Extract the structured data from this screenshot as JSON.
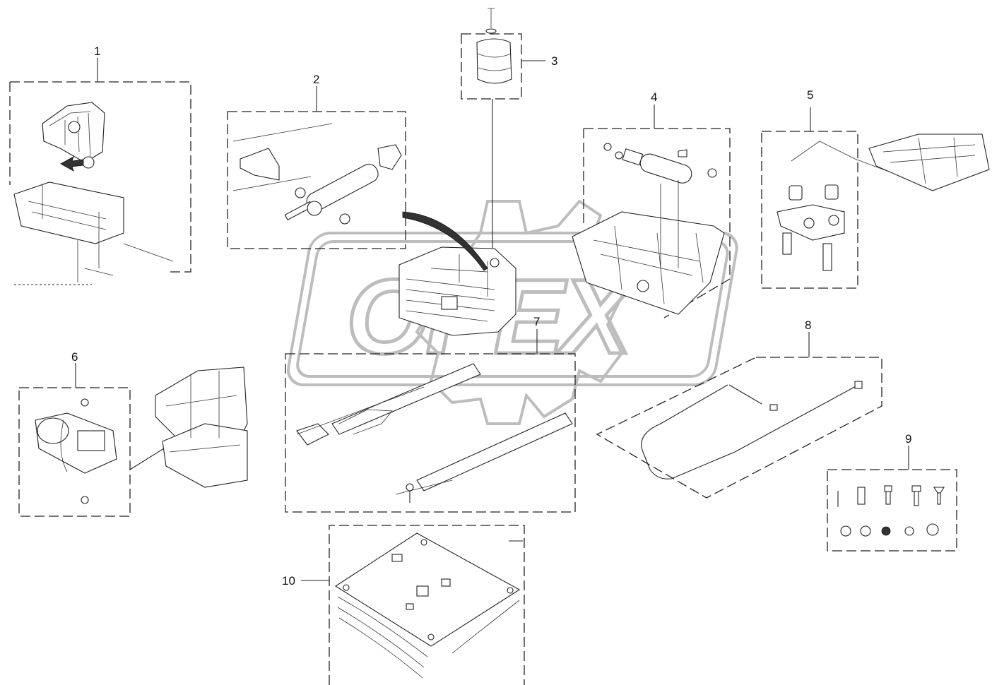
{
  "watermark": {
    "brand": "OPEX",
    "color": "#bdbdbd"
  },
  "callouts": [
    {
      "id": "1",
      "label": "1"
    },
    {
      "id": "2",
      "label": "2"
    },
    {
      "id": "3",
      "label": "3"
    },
    {
      "id": "4",
      "label": "4"
    },
    {
      "id": "5",
      "label": "5"
    },
    {
      "id": "6",
      "label": "6"
    },
    {
      "id": "7",
      "label": "7"
    },
    {
      "id": "8",
      "label": "8"
    },
    {
      "id": "9",
      "label": "9"
    },
    {
      "id": "10",
      "label": "10"
    }
  ]
}
